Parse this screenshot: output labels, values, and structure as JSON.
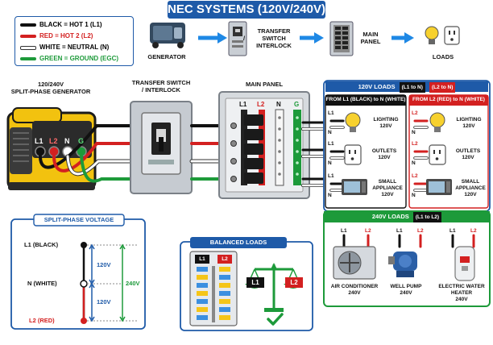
{
  "title": "NEC SYSTEMS (120V/240V)",
  "legend": [
    {
      "text": "BLACK = HOT 1 (L1)",
      "color": "#111111"
    },
    {
      "text": "RED = HOT 2 (L2)",
      "color": "#d32020"
    },
    {
      "text": "WHITE = NEUTRAL (N)",
      "color": "#ffffff"
    },
    {
      "text": "GREEN = GROUND (EGC)",
      "color": "#1d9a3a"
    }
  ],
  "flow": {
    "generator": "GENERATOR",
    "transfer_line1": "TRANSFER",
    "transfer_line2": "SWITCH",
    "transfer_line3": "INTERLOCK",
    "transfer_slash": "/",
    "main_line1": "MAIN",
    "main_line2": "PANEL",
    "loads": "LOADS"
  },
  "generator_block": {
    "title_line1": "120/240V",
    "title_line2": "SPLIT-PHASE GENERATOR",
    "terminals": [
      "L1",
      "L2",
      "N",
      "G"
    ]
  },
  "transfer_block": {
    "title_line1": "TRANSFER SWITCH",
    "title_line2": "/ INTERLOCK"
  },
  "main_panel": {
    "title": "MAIN PANEL",
    "bus_labels": [
      "L1",
      "L2",
      "N",
      "G"
    ]
  },
  "loads_120": {
    "header": "120V LOADS",
    "tag_l1": "(L1 to N)",
    "tag_l2": "(L2 to N)",
    "col_l1_header": "FROM L1 (BLACK) to N (WHITE)",
    "col_l2_header": "FROM L2 (RED) to N (WHITE)",
    "items": [
      {
        "name": "LIGHTING",
        "volts": "120V",
        "icon": "bulb-icon"
      },
      {
        "name": "OUTLETS",
        "volts": "120V",
        "icon": "outlet-icon"
      },
      {
        "name": "SMALL APPLIANCE",
        "volts": "120V",
        "icon": "microwave-icon"
      }
    ],
    "l1_label": "L1",
    "l2_label": "L2",
    "n_label": "N"
  },
  "loads_240": {
    "header": "240V LOADS",
    "tag": "(L1 to L2)",
    "items": [
      {
        "name": "AIR CONDITIONER",
        "volts": "240V",
        "icon": "ac-unit-icon"
      },
      {
        "name": "WELL PUMP",
        "volts": "240V",
        "icon": "pump-icon"
      },
      {
        "name": "ELECTRIC WATER HEATER",
        "volts": "240V",
        "icon": "water-heater-icon"
      }
    ],
    "l1_label": "L1",
    "l2_label": "L2"
  },
  "split_phase": {
    "title": "SPLIT-PHASE VOLTAGE",
    "l1": "L1 (BLACK)",
    "n": "N (WHITE)",
    "l2": "L2 (RED)",
    "v_upper": "120V",
    "v_lower": "120V",
    "v_total": "240V"
  },
  "balanced": {
    "title": "BALANCED LOADS",
    "col_l1": "L1",
    "col_l2": "L2",
    "scale_l1": "L1",
    "scale_l2": "L2"
  },
  "colors": {
    "brand_blue": "#1e5aa8",
    "black_wire": "#111111",
    "red_wire": "#d32020",
    "white_wire": "#ffffff",
    "green_wire": "#1d9a3a",
    "generator_yellow": "#f2c20f"
  }
}
